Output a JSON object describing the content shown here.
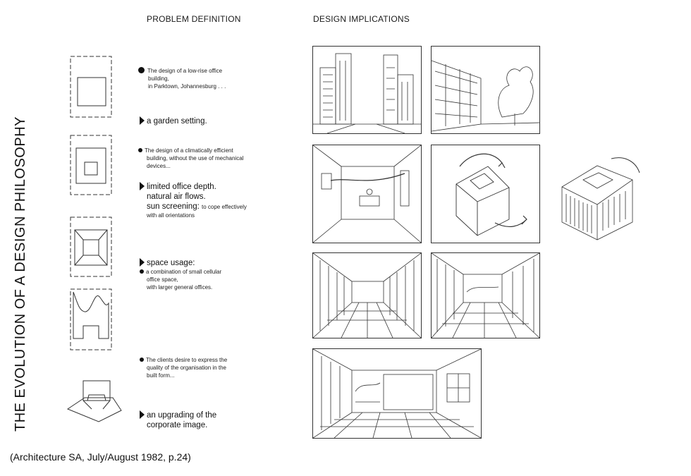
{
  "headers": {
    "problem": "PROBLEM DEFINITION",
    "design": "DESIGN IMPLICATIONS"
  },
  "vertical_title": "THE EVOLUTION OF A DESIGN PHILOSOPHY",
  "problems": {
    "p1_line1": "The design of a low-rise office",
    "p1_line2": "building,",
    "p1_line3": "in Parktown, Johannesburg . . .",
    "r1": "a garden setting.",
    "p2_line1": "The design of a climatically efficient",
    "p2_line2": "building, without the use of mechanical",
    "p2_line3": "devices...",
    "r2_line1": "limited office depth.",
    "r2_line2": "natural air flows.",
    "r2_line3a": "sun screening:",
    "r2_line3b": "to cope effectively",
    "r2_line4": "with all orientations",
    "r3_line1": "space usage:",
    "r3_line2": "a combination of small cellular",
    "r3_line3": "office space,",
    "r3_line4": "with larger general offices.",
    "p4_line1": "The clients desire to express the",
    "p4_line2": "quality of the organisation in the",
    "p4_line3": "built form...",
    "r4_line1": "an upgrading of the",
    "r4_line2": "corporate image."
  },
  "caption": "(Architecture SA, July/August 1982, p.24)"
}
